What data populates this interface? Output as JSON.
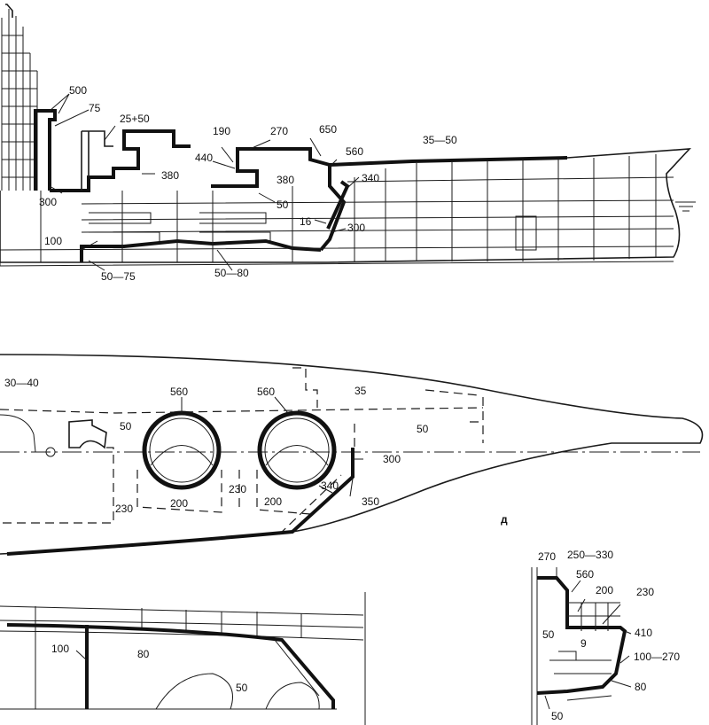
{
  "profile": {
    "labels": {
      "l500": "500",
      "l75": "75",
      "l25_50": "25+50",
      "l300": "300",
      "l380a": "380",
      "l190": "190",
      "l270": "270",
      "l650": "650",
      "l440": "440",
      "l380b": "380",
      "l560": "560",
      "l35_50": "35—50",
      "l340": "340",
      "l50": "50",
      "l16": "16",
      "l300b": "300",
      "l100": "100",
      "l50_75": "50—75",
      "l50_80": "50—80"
    }
  },
  "plan": {
    "labels": {
      "l30_40": "30—40",
      "l35": "35",
      "l50a": "50",
      "l50b": "50",
      "l560a": "560",
      "l560b": "560",
      "l300": "300",
      "l340": "340",
      "l350": "350",
      "l230a": "230",
      "l230b": "230",
      "l200a": "200",
      "l200b": "200"
    },
    "view_letter": "д"
  },
  "section_bottom": {
    "labels": {
      "l100": "100",
      "l80": "80",
      "l50": "50"
    }
  },
  "section_right": {
    "labels": {
      "l270": "270",
      "l250_330": "250—330",
      "l560": "560",
      "l200": "200",
      "l230": "230",
      "l50a": "50",
      "l9": "9",
      "l410": "410",
      "l100_270": "100—270",
      "l80": "80",
      "l50b": "50"
    }
  }
}
